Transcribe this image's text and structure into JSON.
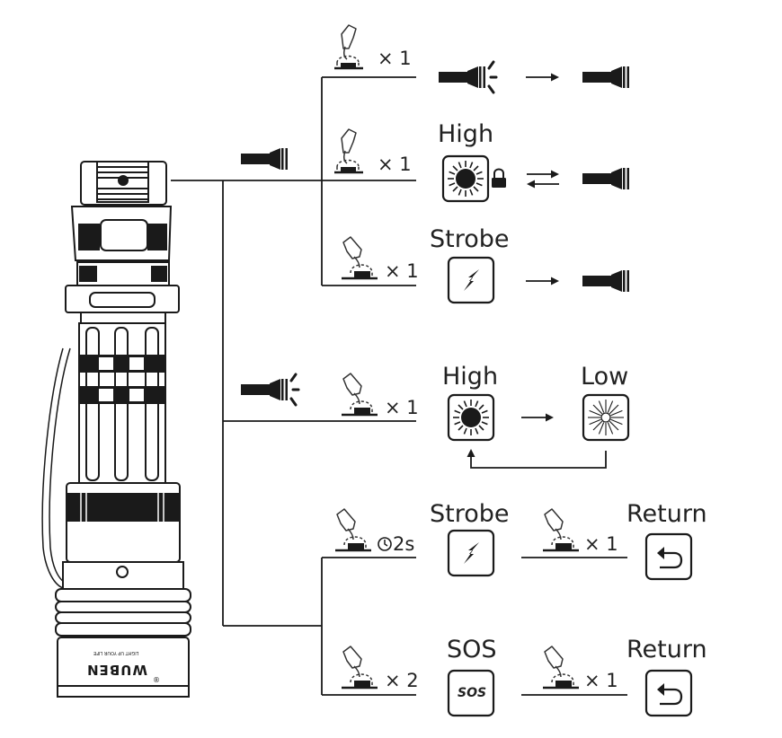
{
  "labels": {
    "high_top": "High",
    "strobe_top": "Strobe",
    "high_mid": "High",
    "low_mid": "Low",
    "strobe_bottom": "Strobe",
    "return_1": "Return",
    "sos": "SOS",
    "return_2": "Return"
  },
  "counts": {
    "row1": "× 1",
    "row2": "× 1",
    "row3": "× 1",
    "row4": "× 1",
    "row5_hold": "2s",
    "row5_return": "× 1",
    "row6": "× 2",
    "row6_return": "× 1"
  },
  "icon_text": {
    "sos_badge": "SOS",
    "brand": "WUBEN",
    "tagline": "LIGHT UP YOUR LIFE",
    "registered": "®"
  },
  "icons": {
    "press": "press-button-icon",
    "half_press": "half-press-icon",
    "flashlight": "flashlight-icon",
    "flashlight_on": "flashlight-on-icon",
    "high": "sun-high-icon",
    "low": "sun-low-icon",
    "strobe": "strobe-icon",
    "sos": "sos-icon",
    "return": "return-icon",
    "lock": "lock-icon",
    "clock": "clock-icon"
  }
}
